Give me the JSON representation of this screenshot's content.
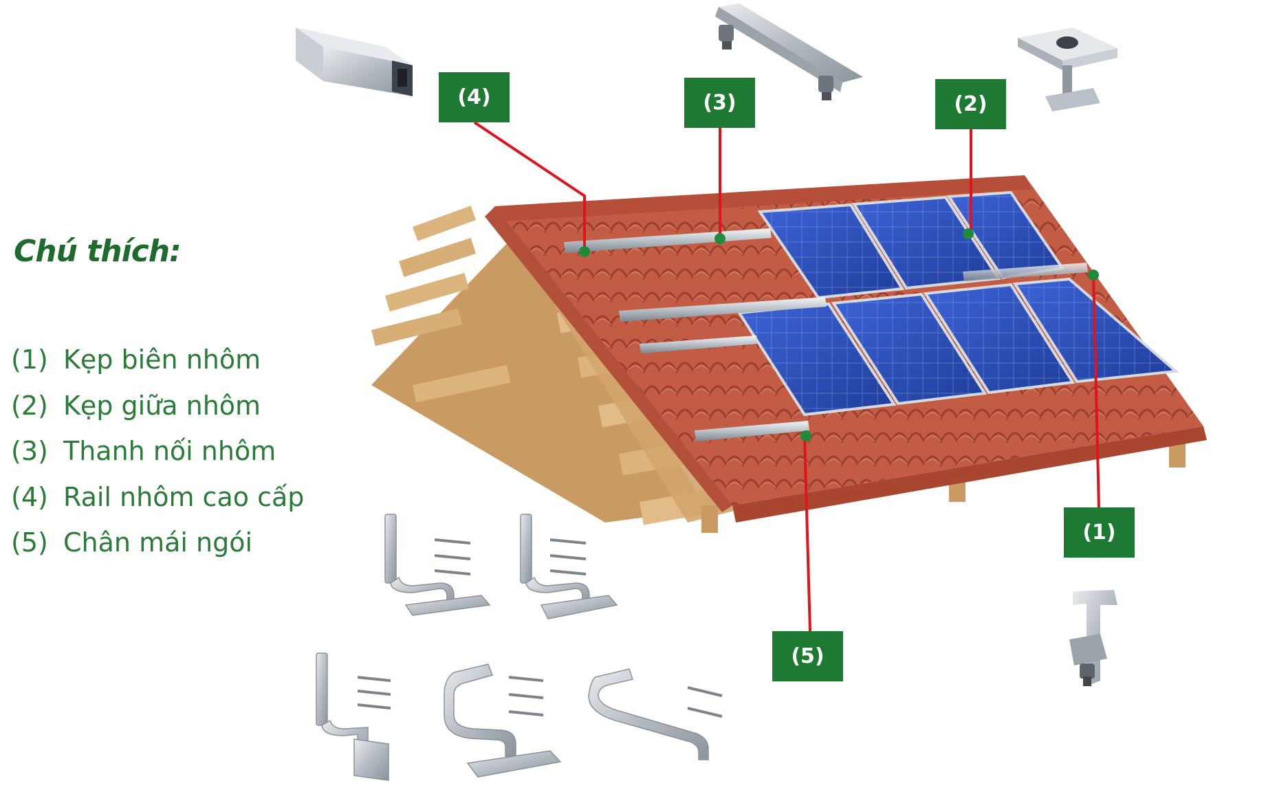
{
  "legend": {
    "title": "Chú thích:",
    "items": [
      {
        "num": "(1)",
        "label": "Kẹp biên nhôm"
      },
      {
        "num": "(2)",
        "label": "Kẹp giữa nhôm"
      },
      {
        "num": "(3)",
        "label": "Thanh nối nhôm"
      },
      {
        "num": "(4)",
        "label": "Rail nhôm cao cấp"
      },
      {
        "num": "(5)",
        "label": "Chân mái ngói"
      }
    ]
  },
  "callouts": {
    "c1": "(1)",
    "c2": "(2)",
    "c3": "(3)",
    "c4": "(4)",
    "c5": "(5)"
  },
  "colors": {
    "callout_bg": "#1e7a32",
    "leader_line": "#e0141c",
    "legend_text": "#2a7a3a",
    "tile": "#c9614a",
    "panel": "#2d4fb8",
    "timber": "#d9b27d"
  }
}
